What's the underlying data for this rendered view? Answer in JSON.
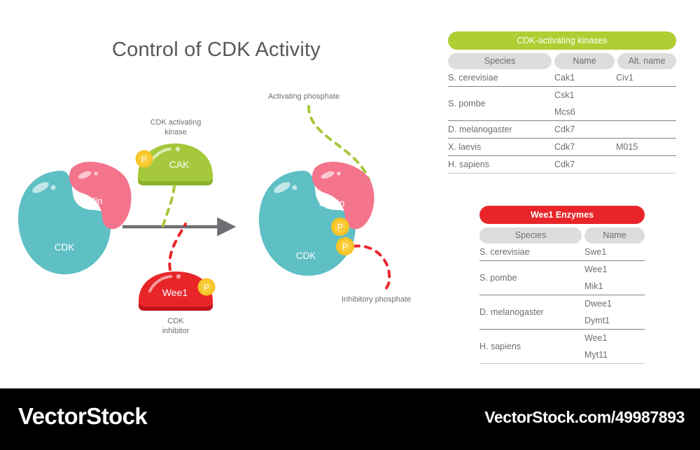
{
  "title": "Control of CDK Activity",
  "diagram": {
    "left_complex": {
      "cyclin_label": "Cyclin",
      "cdk_label": "CDK"
    },
    "right_complex": {
      "cyclin_label": "Cyclin",
      "cdk_label": "CDK",
      "phosphate_activating_label": "P",
      "phosphate_inhibitory_label": "P"
    },
    "cak": {
      "caption_line1": "CDK activating",
      "caption_line2": "kinase",
      "blob_label": "CAK",
      "phosphate_label": "P"
    },
    "wee1": {
      "blob_label": "Wee1",
      "caption_line1": "CDK",
      "caption_line2": "inhibitor",
      "phosphate_label": "P"
    },
    "annotations": {
      "activating_phosphate": "Activating phosphate",
      "inhibitory_phosphate": "Inhibitory phosphate"
    },
    "colors": {
      "cdk_teal": "#5ebfc4",
      "cyclin_pink": "#f4748c",
      "cak_green": "#a6c83c",
      "wee1_red": "#e8262a",
      "phosphate_yellow": "#f6c325",
      "arrow_gray": "#6d6e71",
      "activating_dash": "#a6c83c",
      "inhibitory_dash": "#e8262a"
    }
  },
  "tables": [
    {
      "id": "cak",
      "banner": "CDK-activating kinases",
      "banner_color": "#afce33",
      "columns": [
        "Species",
        "Name",
        "Alt. name"
      ],
      "rows": [
        {
          "species": "S. cerevisiae",
          "names": [
            "Cak1"
          ],
          "alt": "Civ1"
        },
        {
          "species": "S. pombe",
          "names": [
            "Csk1",
            "Mcs6"
          ],
          "alt": ""
        },
        {
          "species": "D. melanogaster",
          "names": [
            "Cdk7"
          ],
          "alt": ""
        },
        {
          "species": "X. laevis",
          "names": [
            "Cdk7"
          ],
          "alt": "M015"
        },
        {
          "species": "H. sapiens",
          "names": [
            "Cdk7"
          ],
          "alt": ""
        }
      ]
    },
    {
      "id": "wee1",
      "banner": "Wee1 Enzymes",
      "banner_color": "#e8262a",
      "columns": [
        "Species",
        "Name"
      ],
      "rows": [
        {
          "species": "S. cerevisiae",
          "names": [
            "Swe1"
          ],
          "alt": ""
        },
        {
          "species": "S. pombe",
          "names": [
            "Wee1",
            "Mik1"
          ],
          "alt": ""
        },
        {
          "species": "D. melanogaster",
          "names": [
            "Dwee1",
            "Dymt1"
          ],
          "alt": ""
        },
        {
          "species": "H. sapiens",
          "names": [
            "Wee1",
            "Myt11"
          ],
          "alt": ""
        }
      ]
    }
  ],
  "footer": {
    "logo": "VectorStock",
    "url": "VectorStock.com/49987893"
  }
}
